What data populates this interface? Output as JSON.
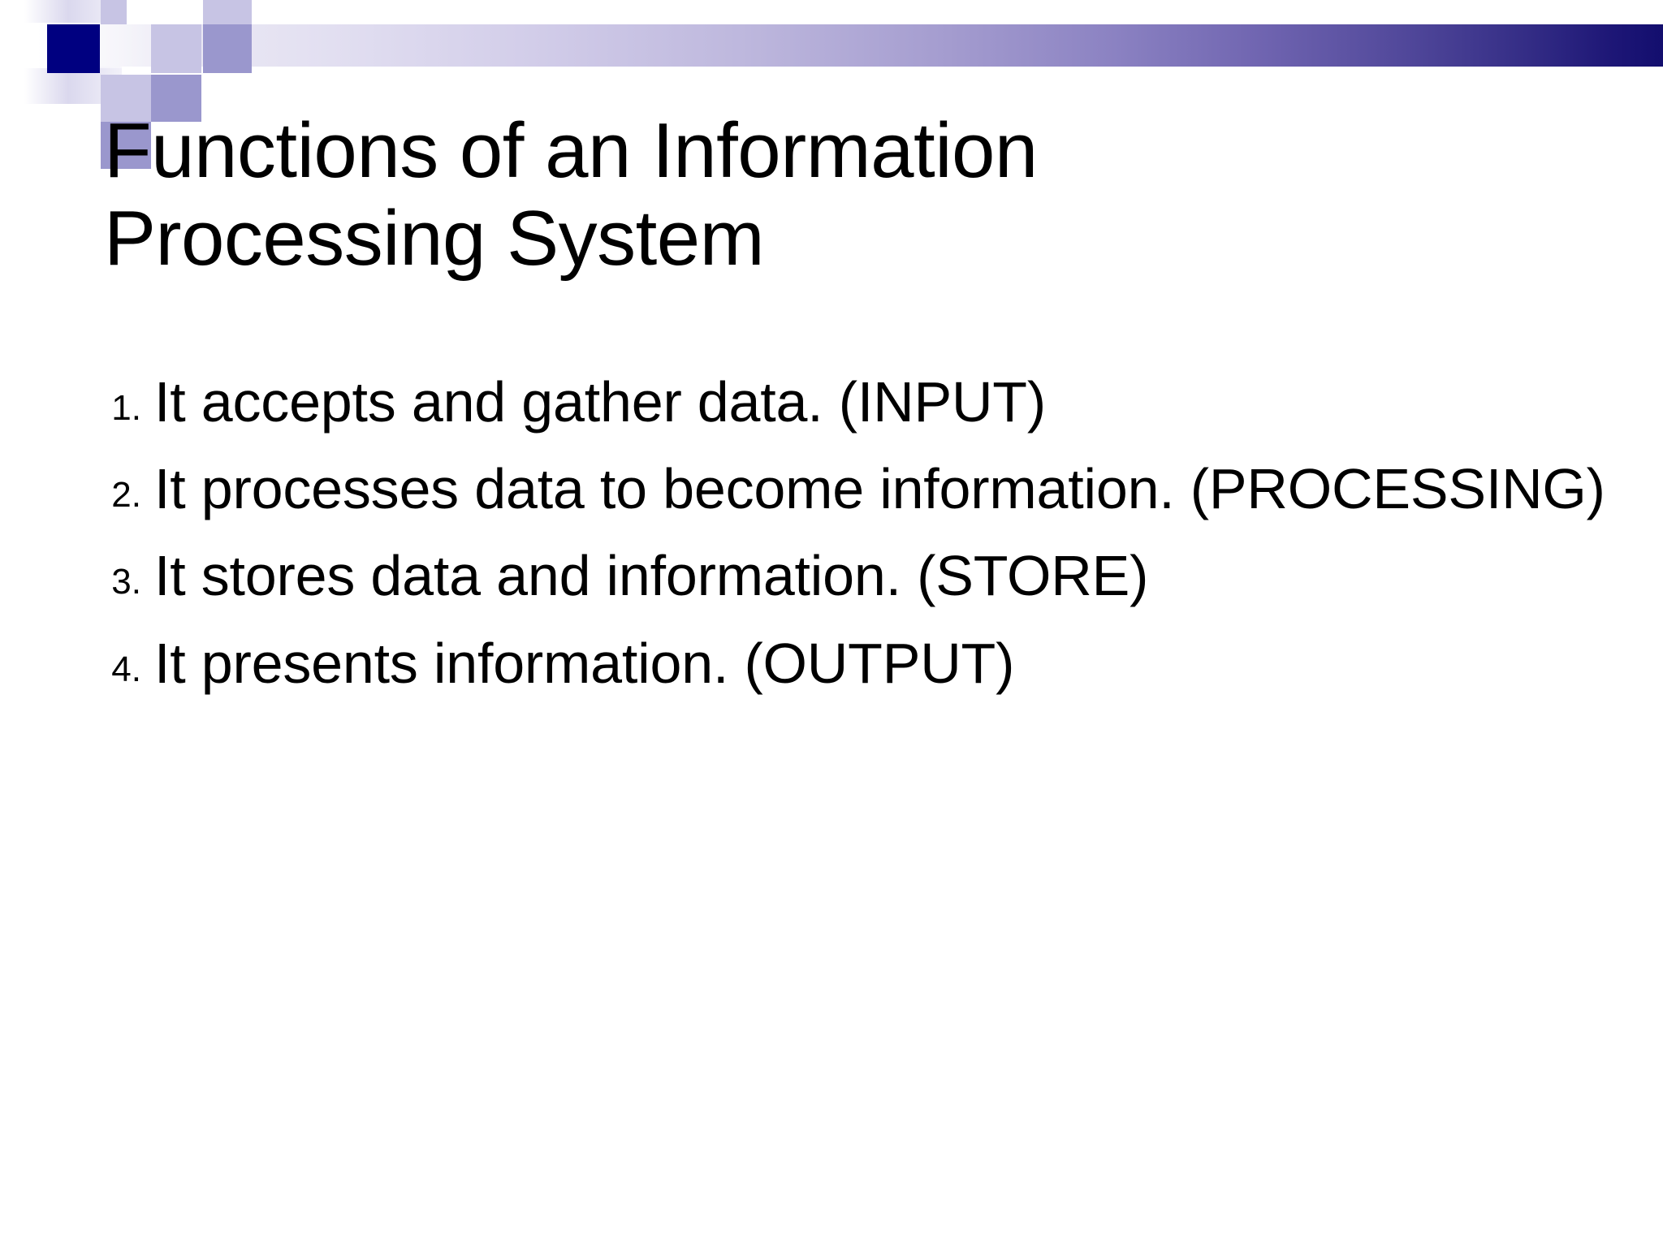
{
  "slide": {
    "title_line1": "Functions of an Information",
    "title_line2": "Processing System",
    "title_full": "Functions of an Information Processing System",
    "items": [
      {
        "number": "1.",
        "text": "It accepts and gather data. (INPUT)"
      },
      {
        "number": "2.",
        "text": "It processes data to become information. (PROCESSING)"
      },
      {
        "number": "3.",
        "text": "It stores data and information. (STORE)"
      },
      {
        "number": "4.",
        "text": "It presents information. (OUTPUT)"
      }
    ]
  },
  "decoration": {
    "name": "pixel-squares-header",
    "gradient_start": "#ffffff",
    "gradient_end": "#130e6e",
    "square_dark": "#000080",
    "square_mid": "#9a97cd",
    "square_light": "#c7c4e4",
    "square_pale": "#dedcef"
  },
  "theme": {
    "background": "#ffffff",
    "text_color": "#000000",
    "accent": "#000080"
  }
}
